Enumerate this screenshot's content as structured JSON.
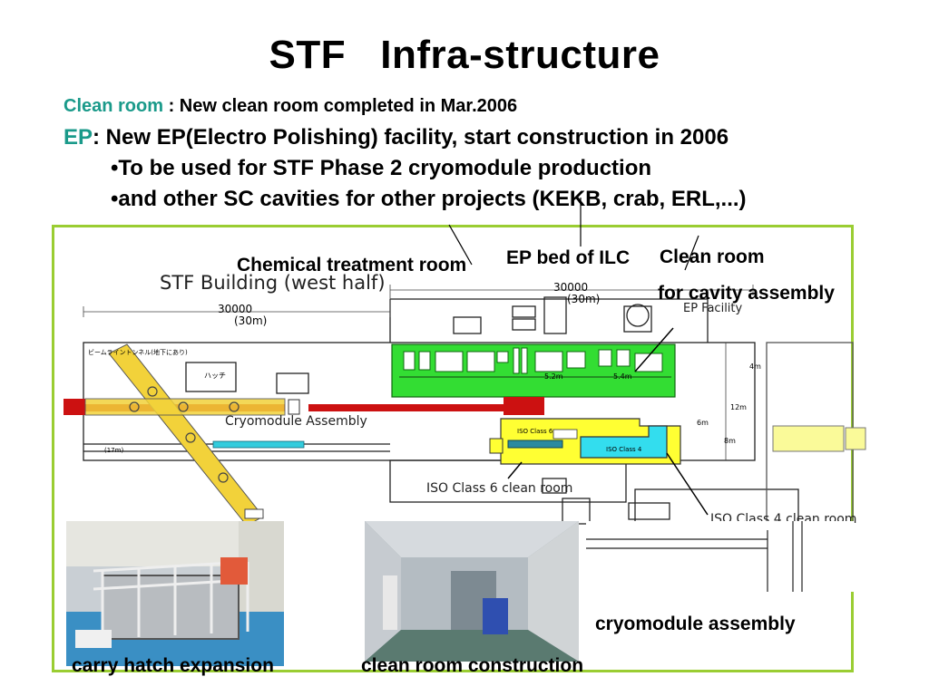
{
  "title": "STF   Infra-structure",
  "clean_room_line": {
    "label": "Clean room",
    "text": " : New clean room completed in Mar.2006"
  },
  "ep_line": {
    "label": "EP",
    "text": ": New EP(Electro Polishing) facility, start construction in 2006"
  },
  "bullets": [
    "•To be used for STF Phase 2 cryomodule production",
    "•and other SC cavities for other projects (KEKB, crab, ERL,...)"
  ],
  "callouts": {
    "chemical": "Chemical treatment room",
    "ep_bed": "EP bed of ILC",
    "clean_room": "Clean room",
    "for_cavity": "for cavity assembly",
    "cryomodule_assembly": "cryomodule assembly",
    "carry_hatch": "carry hatch expansion",
    "clean_room_construction": "clean room construction"
  },
  "floorplan": {
    "building_title": "STF Building (west half)",
    "dim_30000": "30000",
    "dim_30m": "(30m)",
    "dim_30000_b": "30000",
    "dim_30m_b": "(30m)",
    "ep_facility": "EP Facility",
    "cryomodule_assembly": "Cryomodule Assembly",
    "iso6": "ISO Class 6 clean room",
    "iso4": "ISO Class 4 clean room",
    "iso6_inner": "ISO Class 6",
    "iso4_inner": "ISO Class 4",
    "hatch": "ハッチ",
    "tunnel": "ビームライントンネル(地下にあり)",
    "dim_17m": "(17m)",
    "dim_52m": "5.2m",
    "dim_54m": "5.4m",
    "dim_6m": "6m",
    "dim_8m": "8m",
    "dim_12m": "12m",
    "dim_4m": "4m"
  },
  "colors": {
    "frame": "#9acd32",
    "green_room": "#33dd33",
    "yellow_room": "#ffff33",
    "cyan_room": "#33ddee",
    "red_line": "#cc1111",
    "beam_yellow": "#f2d23a",
    "teal_text": "#1a9a8a"
  }
}
